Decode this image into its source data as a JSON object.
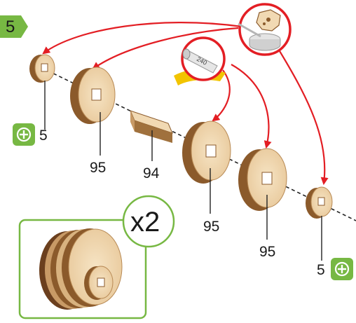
{
  "step": {
    "number": "5"
  },
  "parts": [
    {
      "label": "5",
      "part": "small-gear-left"
    },
    {
      "label": "95",
      "part": "wheel-1"
    },
    {
      "label": "94",
      "part": "axle-connector"
    },
    {
      "label": "95",
      "part": "wheel-2"
    },
    {
      "label": "95",
      "part": "wheel-3"
    },
    {
      "label": "5",
      "part": "small-gear-right"
    }
  ],
  "sandpaper": {
    "grit": "240"
  },
  "result": {
    "multiplier": "x2"
  },
  "colors": {
    "accent_green": "#77b843",
    "arrow_red": "#e31e24",
    "wood_face": "#f1d9b3",
    "wood_dark": "#8b5a2b",
    "wood_mid": "#c89a66"
  },
  "icons": [
    "add-part-icon",
    "sandpaper-icon",
    "glue-icon"
  ]
}
